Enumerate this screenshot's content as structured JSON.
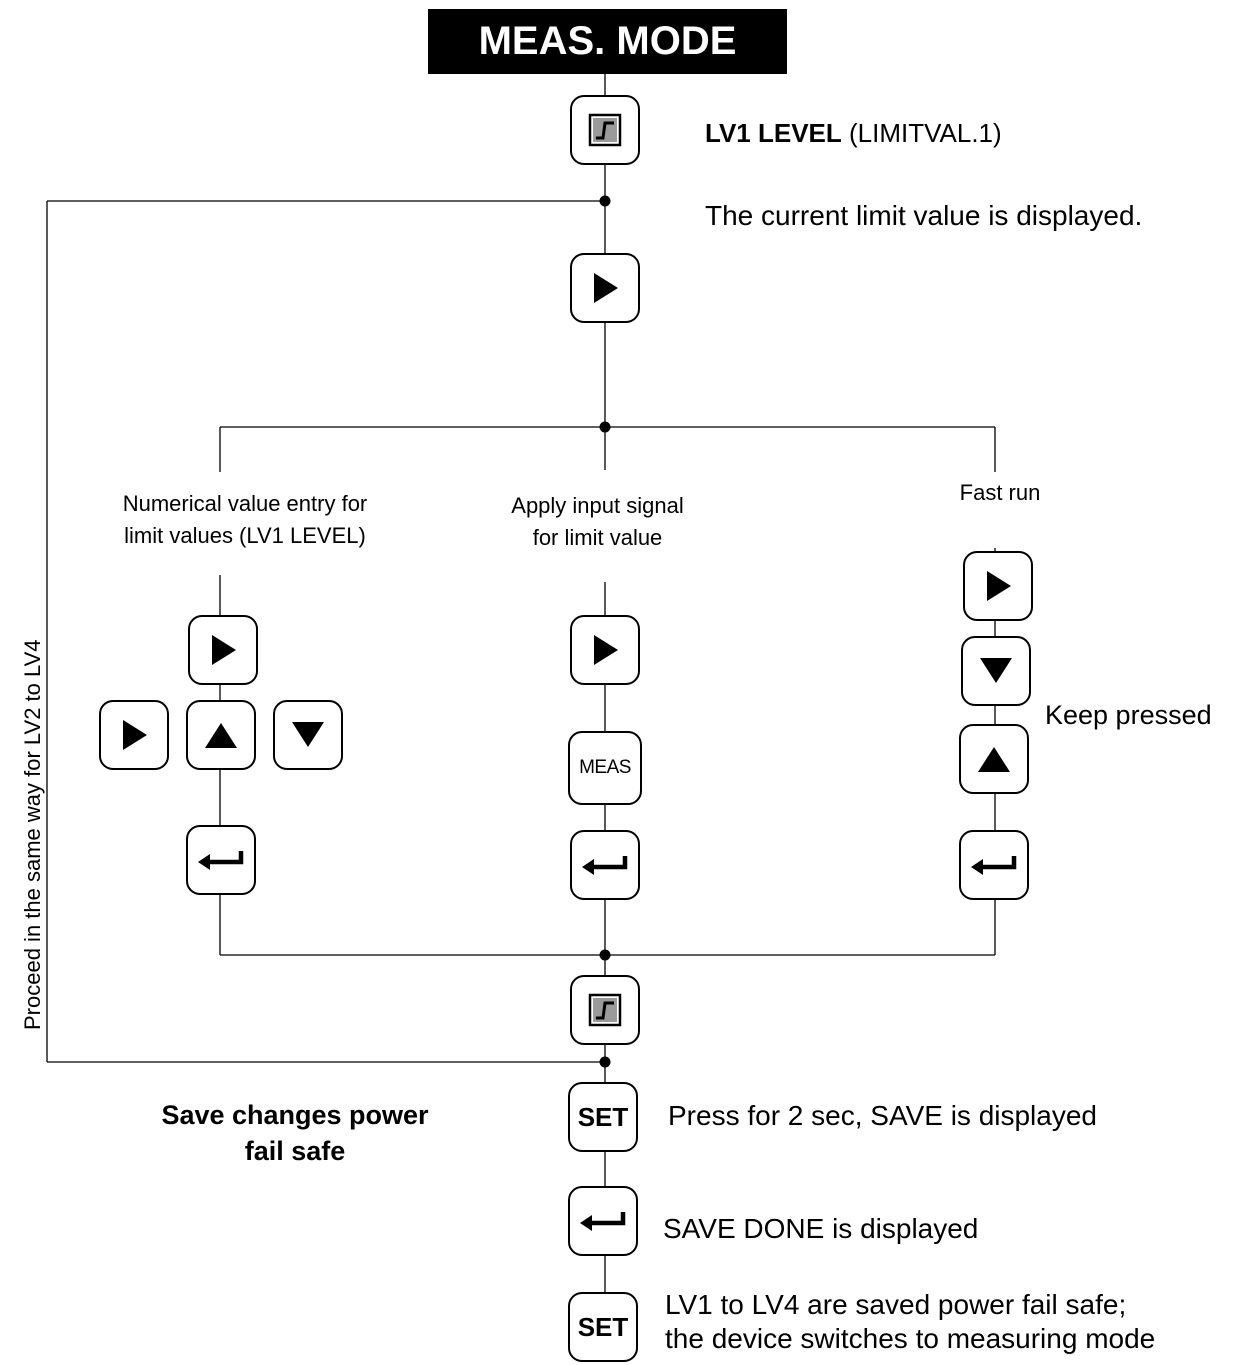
{
  "title": "MEAS. MODE",
  "lv1_heading_bold": "LV1 LEVEL",
  "lv1_heading_rest": "(LIMITVAL.1)",
  "current_value_text": "The current limit value is displayed.",
  "side_label": "Proceed in the same way for LV2 to LV4",
  "branch_numerical_line1": "Numerical value entry for",
  "branch_numerical_line2": "limit values (LV1 LEVEL)",
  "branch_apply_line1": "Apply input signal",
  "branch_apply_line2": "for limit value",
  "branch_fast": "Fast run",
  "keep_pressed": "Keep pressed",
  "save_heading_line1": "Save changes power",
  "save_heading_line2": "fail safe",
  "set_press_text": "Press for 2 sec, SAVE is displayed",
  "save_done_text": "SAVE DONE is displayed",
  "final_line1": "LV1 to LV4 are saved power fail safe;",
  "final_line2": "the device switches to measuring mode",
  "keys": {
    "set": "SET",
    "meas": "MEAS"
  },
  "icons": [
    "limit-value-icon",
    "right-arrow-icon",
    "up-arrow-icon",
    "down-arrow-icon",
    "enter-icon"
  ]
}
